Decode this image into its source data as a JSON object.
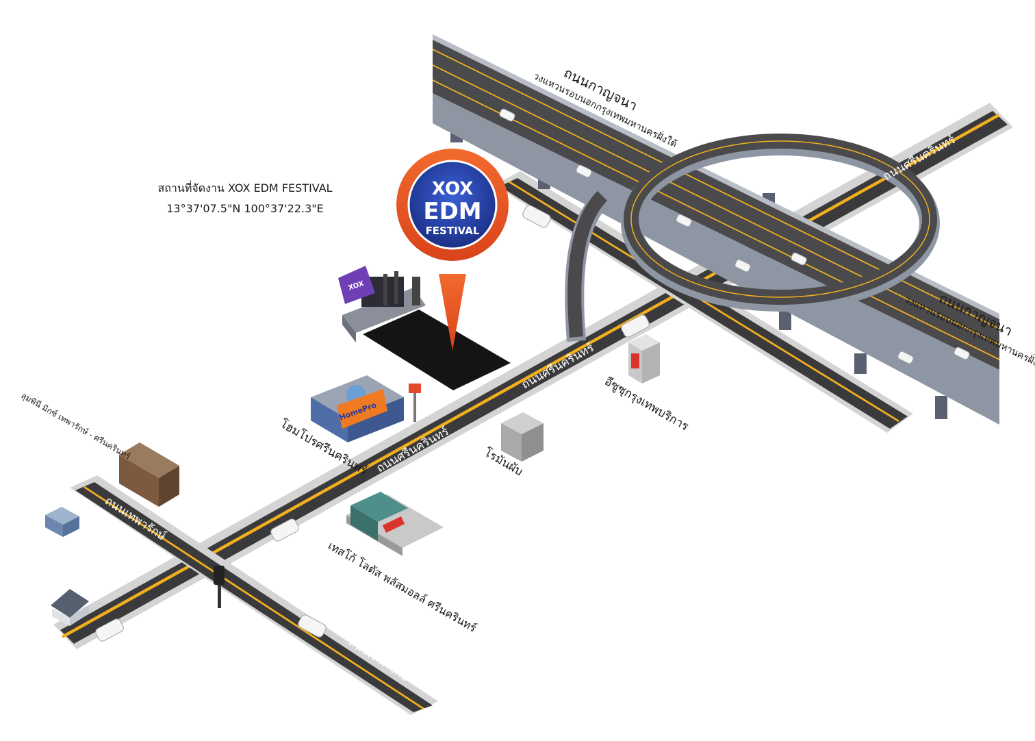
{
  "venue": {
    "title": "สถานที่จัดงาน XOX EDM FESTIVAL",
    "coords": "13°37'07.5\"N 100°37'22.3\"E"
  },
  "logo": {
    "line1": "XOX",
    "line2": "EDM",
    "line3": "FESTIVAL"
  },
  "roads": {
    "kanchana_top": "ถนนกาญจนา",
    "kanchana_top_sub": "วงแหวนรอบนอกกรุงเทพมหานครฝั่งใต้",
    "kanchana_right": "ถนนกาญจนา",
    "kanchana_right_sub": "วงแหวนรอบนอกกรุงเทพมหานครฝั่งใต้",
    "srinakarin_upper": "ถนนศรีนครินทร์",
    "srinakarin_mid": "ถนนศรีนครินทร์",
    "srinakarin_lower": "ถนนศรีนครินทร์",
    "thepharak_left": "ถนนเทพารักษ์",
    "thepharak_right": "ถนนเทพารักษ์"
  },
  "landmarks": {
    "homepro": "โฮมโปรศรีนครินทร์",
    "isuzu": "อีซูซุกรุงเทพบริการ",
    "romanpub": "โรมันผับ",
    "tesco": "เทสโก้ โลตัส พลัสมอลล์ ศรีนครินทร์",
    "lumpini": "ลุมพินี มิกซ์ เทพารักษ์ - ศรีนครินทร์",
    "homepro_sign": "HomePro"
  },
  "colors": {
    "asphalt": "#3a3a3c",
    "lane_yellow": "#f2b01e",
    "sidewalk": "#d4d4d4",
    "pin_orange": "#e9521f",
    "logo_blue": "#1f3b9e"
  }
}
